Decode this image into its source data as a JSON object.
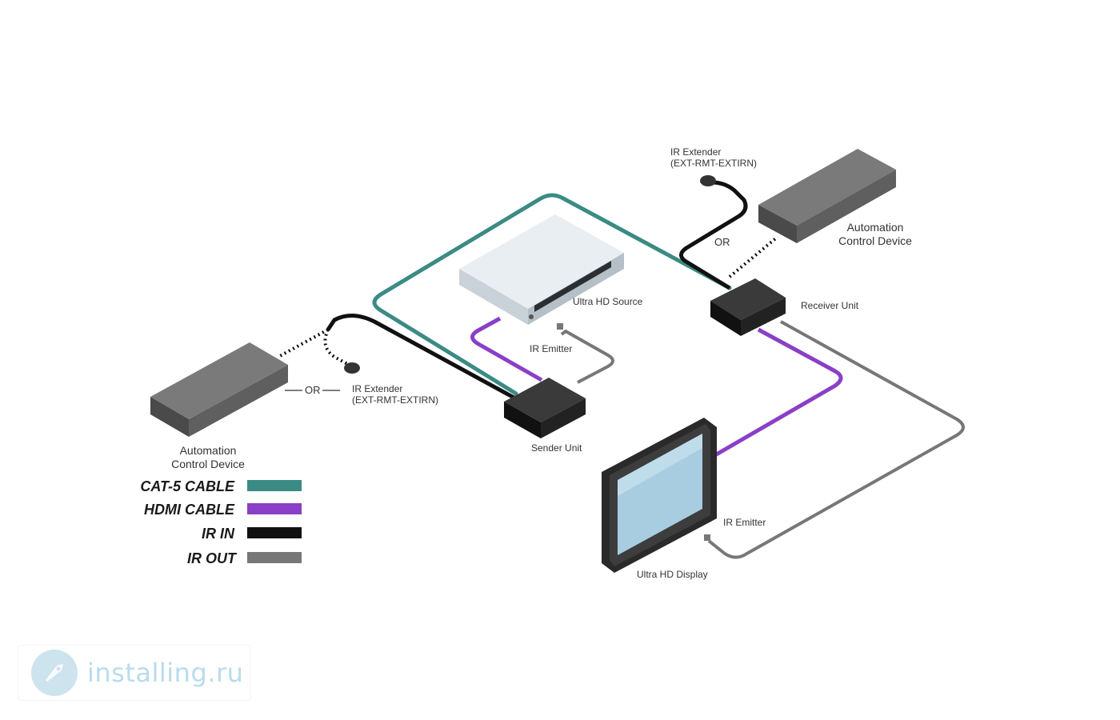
{
  "colors": {
    "cat5": "#3a8b83",
    "hdmi": "#8a3fc7",
    "ir_in": "#111111",
    "ir_out": "#777777"
  },
  "labels": {
    "ultra_hd_source": "Ultra HD Source",
    "receiver_unit": "Receiver Unit",
    "sender_unit": "Sender Unit",
    "ultra_hd_display": "Ultra HD Display",
    "ir_emitter_sender": "IR Emitter",
    "ir_emitter_display": "IR Emitter",
    "ir_extender_right": {
      "line1": "IR Extender",
      "line2": "(EXT-RMT-EXTIRN)"
    },
    "ir_extender_left": {
      "line1": "IR Extender",
      "line2": "(EXT-RMT-EXTIRN)"
    },
    "automation_right": {
      "line1": "Automation",
      "line2": "Control Device"
    },
    "automation_left": {
      "line1": "Automation",
      "line2": "Control Device"
    },
    "or_right": "OR",
    "or_left": "OR"
  },
  "legend": [
    {
      "label": "CAT-5 CABLE",
      "color": "#3a8b83"
    },
    {
      "label": "HDMI CABLE",
      "color": "#8a3fc7"
    },
    {
      "label": "IR IN",
      "color": "#111111"
    },
    {
      "label": "IR OUT",
      "color": "#777777"
    }
  ],
  "watermark": {
    "text": "installing.ru",
    "icon": "rocket-logo-icon"
  }
}
